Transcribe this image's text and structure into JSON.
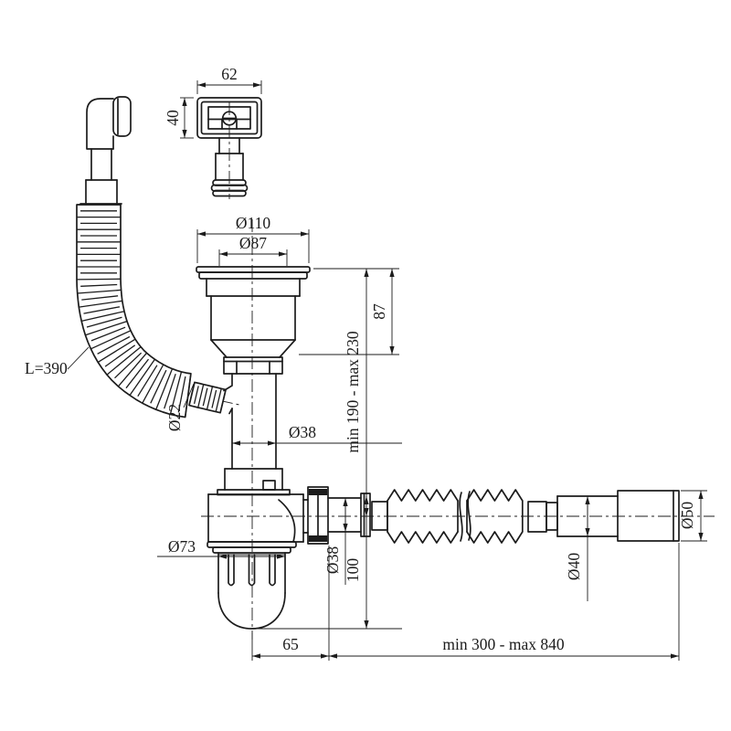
{
  "drawing_type": "plumbing siphon technical drawing",
  "colors": {
    "line": "#1c1c1c",
    "background": "#ffffff"
  },
  "labels": {
    "overflow_width": "62",
    "overflow_height": "40",
    "overflow_hose_length": "L=390",
    "flange_diameter": "Ø110",
    "bowl_diameter": "Ø87",
    "body_height": "87",
    "height_range": "min 190 - max 230",
    "overflow_connector_diameter": "Ø22",
    "drain_pipe_diameter": "Ø38",
    "cup_diameter": "Ø73",
    "outlet_pipe_diameter": "Ø38",
    "outlet_depth": "100",
    "hose_diameter": "Ø40",
    "hose_end_diameter": "Ø50",
    "cup_to_outlet_offset": "65",
    "hose_length_range": "min 300 - max 840"
  }
}
